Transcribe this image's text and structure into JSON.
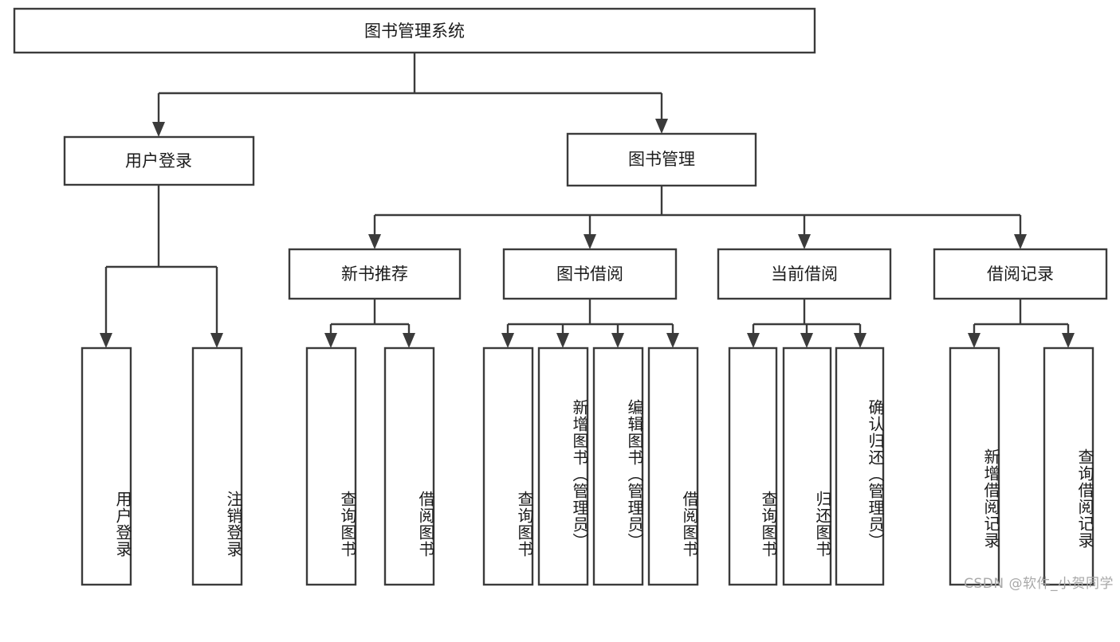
{
  "diagram": {
    "type": "tree-hierarchy",
    "title": "图书管理系统",
    "watermark": "CSDN @软件_小贺同学",
    "colors": {
      "stroke": "#3b3b3b",
      "fill": "#ffffff",
      "text": "#1b1b1b",
      "watermark": "#a8a8a8",
      "background": "#ffffff"
    },
    "root": {
      "label": "图书管理系统",
      "orientation": "horizontal"
    },
    "level1": [
      {
        "label": "用户登录",
        "orientation": "horizontal"
      },
      {
        "label": "图书管理",
        "orientation": "horizontal"
      }
    ],
    "level2": [
      {
        "label": "新书推荐",
        "orientation": "horizontal",
        "parent": "图书管理"
      },
      {
        "label": "图书借阅",
        "orientation": "horizontal",
        "parent": "图书管理"
      },
      {
        "label": "当前借阅",
        "orientation": "horizontal",
        "parent": "图书管理"
      },
      {
        "label": "借阅记录",
        "orientation": "horizontal",
        "parent": "图书管理"
      }
    ],
    "leaves": {
      "用户登录": [
        {
          "label": "用户登录",
          "orientation": "vertical"
        },
        {
          "label": "注销登录",
          "orientation": "vertical"
        }
      ],
      "新书推荐": [
        {
          "label": "查询图书",
          "orientation": "vertical"
        },
        {
          "label": "借阅图书",
          "orientation": "vertical"
        }
      ],
      "图书借阅": [
        {
          "label": "查询图书",
          "orientation": "vertical"
        },
        {
          "label": "新增图书（管理员）",
          "orientation": "vertical"
        },
        {
          "label": "编辑图书（管理员）",
          "orientation": "vertical"
        },
        {
          "label": "借阅图书",
          "orientation": "vertical"
        }
      ],
      "当前借阅": [
        {
          "label": "查询图书",
          "orientation": "vertical"
        },
        {
          "label": "归还图书",
          "orientation": "vertical"
        },
        {
          "label": "确认归还（管理员）",
          "orientation": "vertical"
        }
      ],
      "借阅记录": [
        {
          "label": "新增借阅记录",
          "orientation": "vertical"
        },
        {
          "label": "查询借阅记录",
          "orientation": "vertical"
        }
      ]
    }
  }
}
